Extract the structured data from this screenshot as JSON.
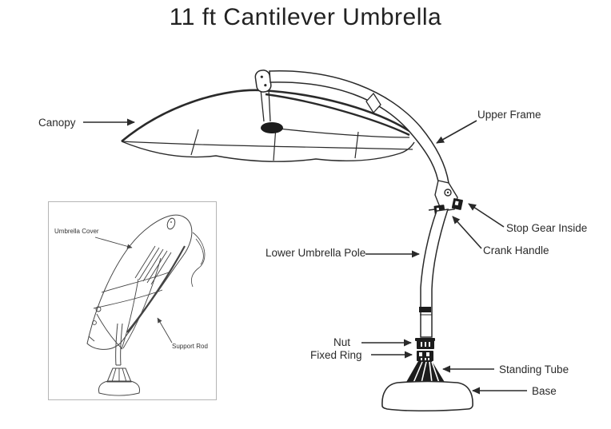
{
  "title": "11 ft Cantilever Umbrella",
  "diagram": {
    "labels": {
      "canopy": "Canopy",
      "upper_frame": "Upper Frame",
      "stop_gear_inside": "Stop Gear Inside",
      "crank_handle": "Crank Handle",
      "lower_umbrella_pole": "Lower Umbrella Pole",
      "nut": "Nut",
      "fixed_ring": "Fixed Ring",
      "standing_tube": "Standing Tube",
      "base": "Base"
    }
  },
  "inset": {
    "labels": {
      "umbrella_cover": "Umbrella Cover",
      "support_rod": "Support Rod"
    }
  },
  "colors": {
    "background": "#ffffff",
    "line": "#2a2a2a",
    "text": "#2a2a2a",
    "inset_border": "#b5b5b5",
    "solid_parts": "#1c1c1c"
  }
}
